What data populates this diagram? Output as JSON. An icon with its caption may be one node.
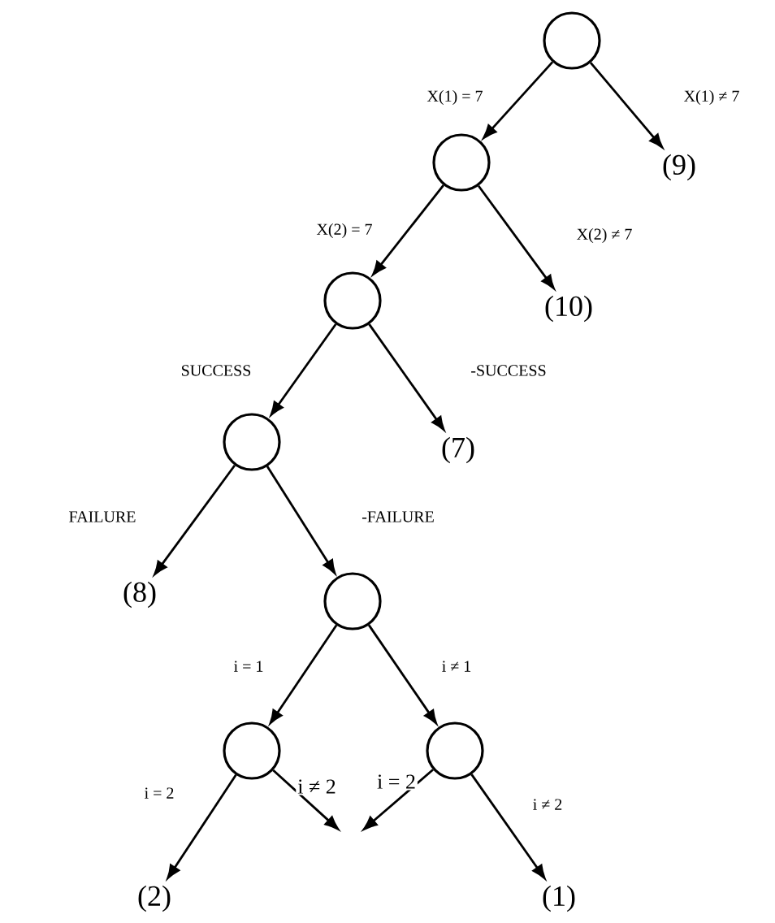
{
  "diagram": {
    "nodes": [
      {
        "text": [],
        "shape": "circle"
      },
      {
        "text": [],
        "shape": "circle"
      },
      {
        "text": [
          "(9)"
        ]
      },
      {
        "text": [],
        "shape": "circle"
      },
      {
        "text": [
          "(10)"
        ]
      },
      {
        "text": [],
        "shape": "circle"
      },
      {
        "text": [
          "(7)"
        ]
      },
      {
        "text": [
          "(8)"
        ]
      },
      {
        "text": [],
        "shape": "circle"
      },
      {
        "text": [],
        "shape": "circle"
      },
      {
        "text": [],
        "shape": "circle"
      },
      {
        "text": [
          "(2)"
        ]
      },
      {
        "text": [
          "(1)"
        ]
      }
    ],
    "edges": [
      {
        "from": 0,
        "to": 1,
        "arrow": "to",
        "label": "X(1) = 7"
      },
      {
        "from": 0,
        "to": 2,
        "arrow": "to",
        "label": "X(1) ≠ 7"
      },
      {
        "from": 1,
        "to": 3,
        "arrow": "to",
        "label": "X(2) = 7"
      },
      {
        "from": 1,
        "to": 4,
        "arrow": "to",
        "label": "X(2) ≠ 7"
      },
      {
        "from": 3,
        "to": 5,
        "arrow": "to",
        "label": "SUCCESS"
      },
      {
        "from": 3,
        "to": 6,
        "arrow": "to",
        "label": "-SUCCESS"
      },
      {
        "from": 5,
        "to": 7,
        "arrow": "to",
        "label": "FAILURE"
      },
      {
        "from": 5,
        "to": 8,
        "arrow": "to",
        "label": "-FAILURE"
      },
      {
        "from": 8,
        "to": 9,
        "arrow": "to",
        "label": "i = 1"
      },
      {
        "from": 8,
        "to": 10,
        "arrow": "to",
        "label": "i ≠ 1"
      },
      {
        "from": 9,
        "to": 11,
        "arrow": "to",
        "label": "i = 2"
      },
      {
        "from": 9,
        "to": null,
        "arrow": "to",
        "label": "i ≠ 2"
      },
      {
        "from": 10,
        "to": null,
        "arrow": "to",
        "label": "i = 2"
      },
      {
        "from": 10,
        "to": 12,
        "arrow": "to",
        "label": "i ≠ 2"
      }
    ]
  }
}
